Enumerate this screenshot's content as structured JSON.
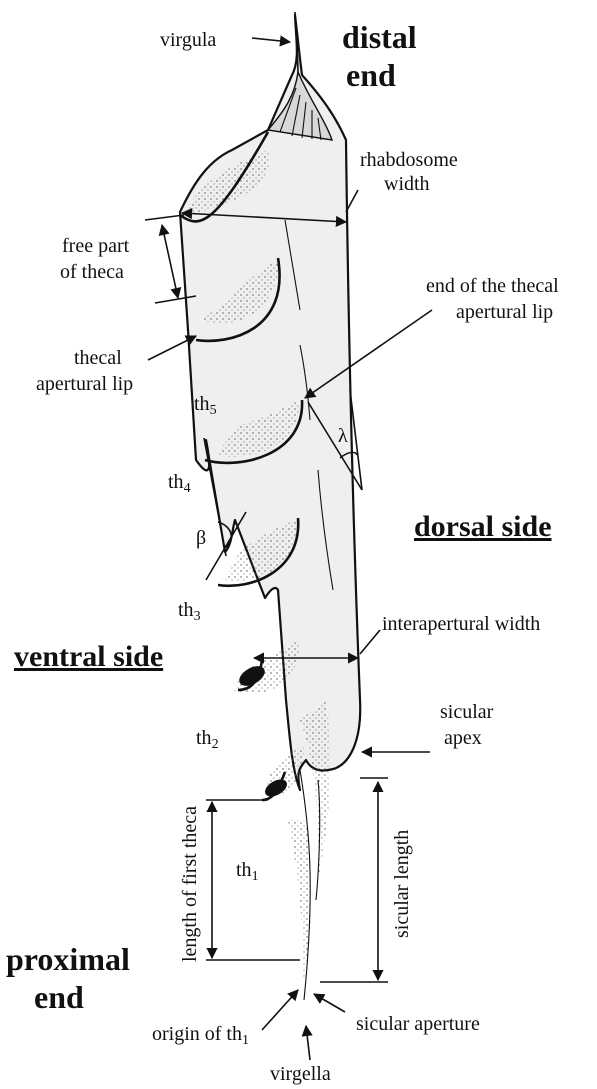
{
  "labels": {
    "virgula": "virgula",
    "distal_1": "distal",
    "distal_2": "end",
    "rhabdosome_1": "rhabdosome",
    "rhabdosome_2": "width",
    "free_part_1": "free part",
    "free_part_2": "of theca",
    "end_lip_1": "end of the thecal",
    "end_lip_2": "apertural lip",
    "thecal_lip_1": "thecal",
    "thecal_lip_2": "apertural lip",
    "th5": "th",
    "th5_sub": "5",
    "th4": "th",
    "th4_sub": "4",
    "th3": "th",
    "th3_sub": "3",
    "th2": "th",
    "th2_sub": "2",
    "th1": "th",
    "th1_sub": "1",
    "lambda": "λ",
    "beta": "β",
    "dorsal": "dorsal side",
    "ventral": "ventral side",
    "interapertural": "interapertural width",
    "sicular_apex_1": "sicular",
    "sicular_apex_2": "apex",
    "sicular_length": "sicular length",
    "length_first": "length of first theca",
    "proximal_1": "proximal",
    "proximal_2": "end",
    "origin": "origin of th",
    "origin_sub": "1",
    "sicular_aperture": "sicular aperture",
    "virgella": "virgella"
  }
}
